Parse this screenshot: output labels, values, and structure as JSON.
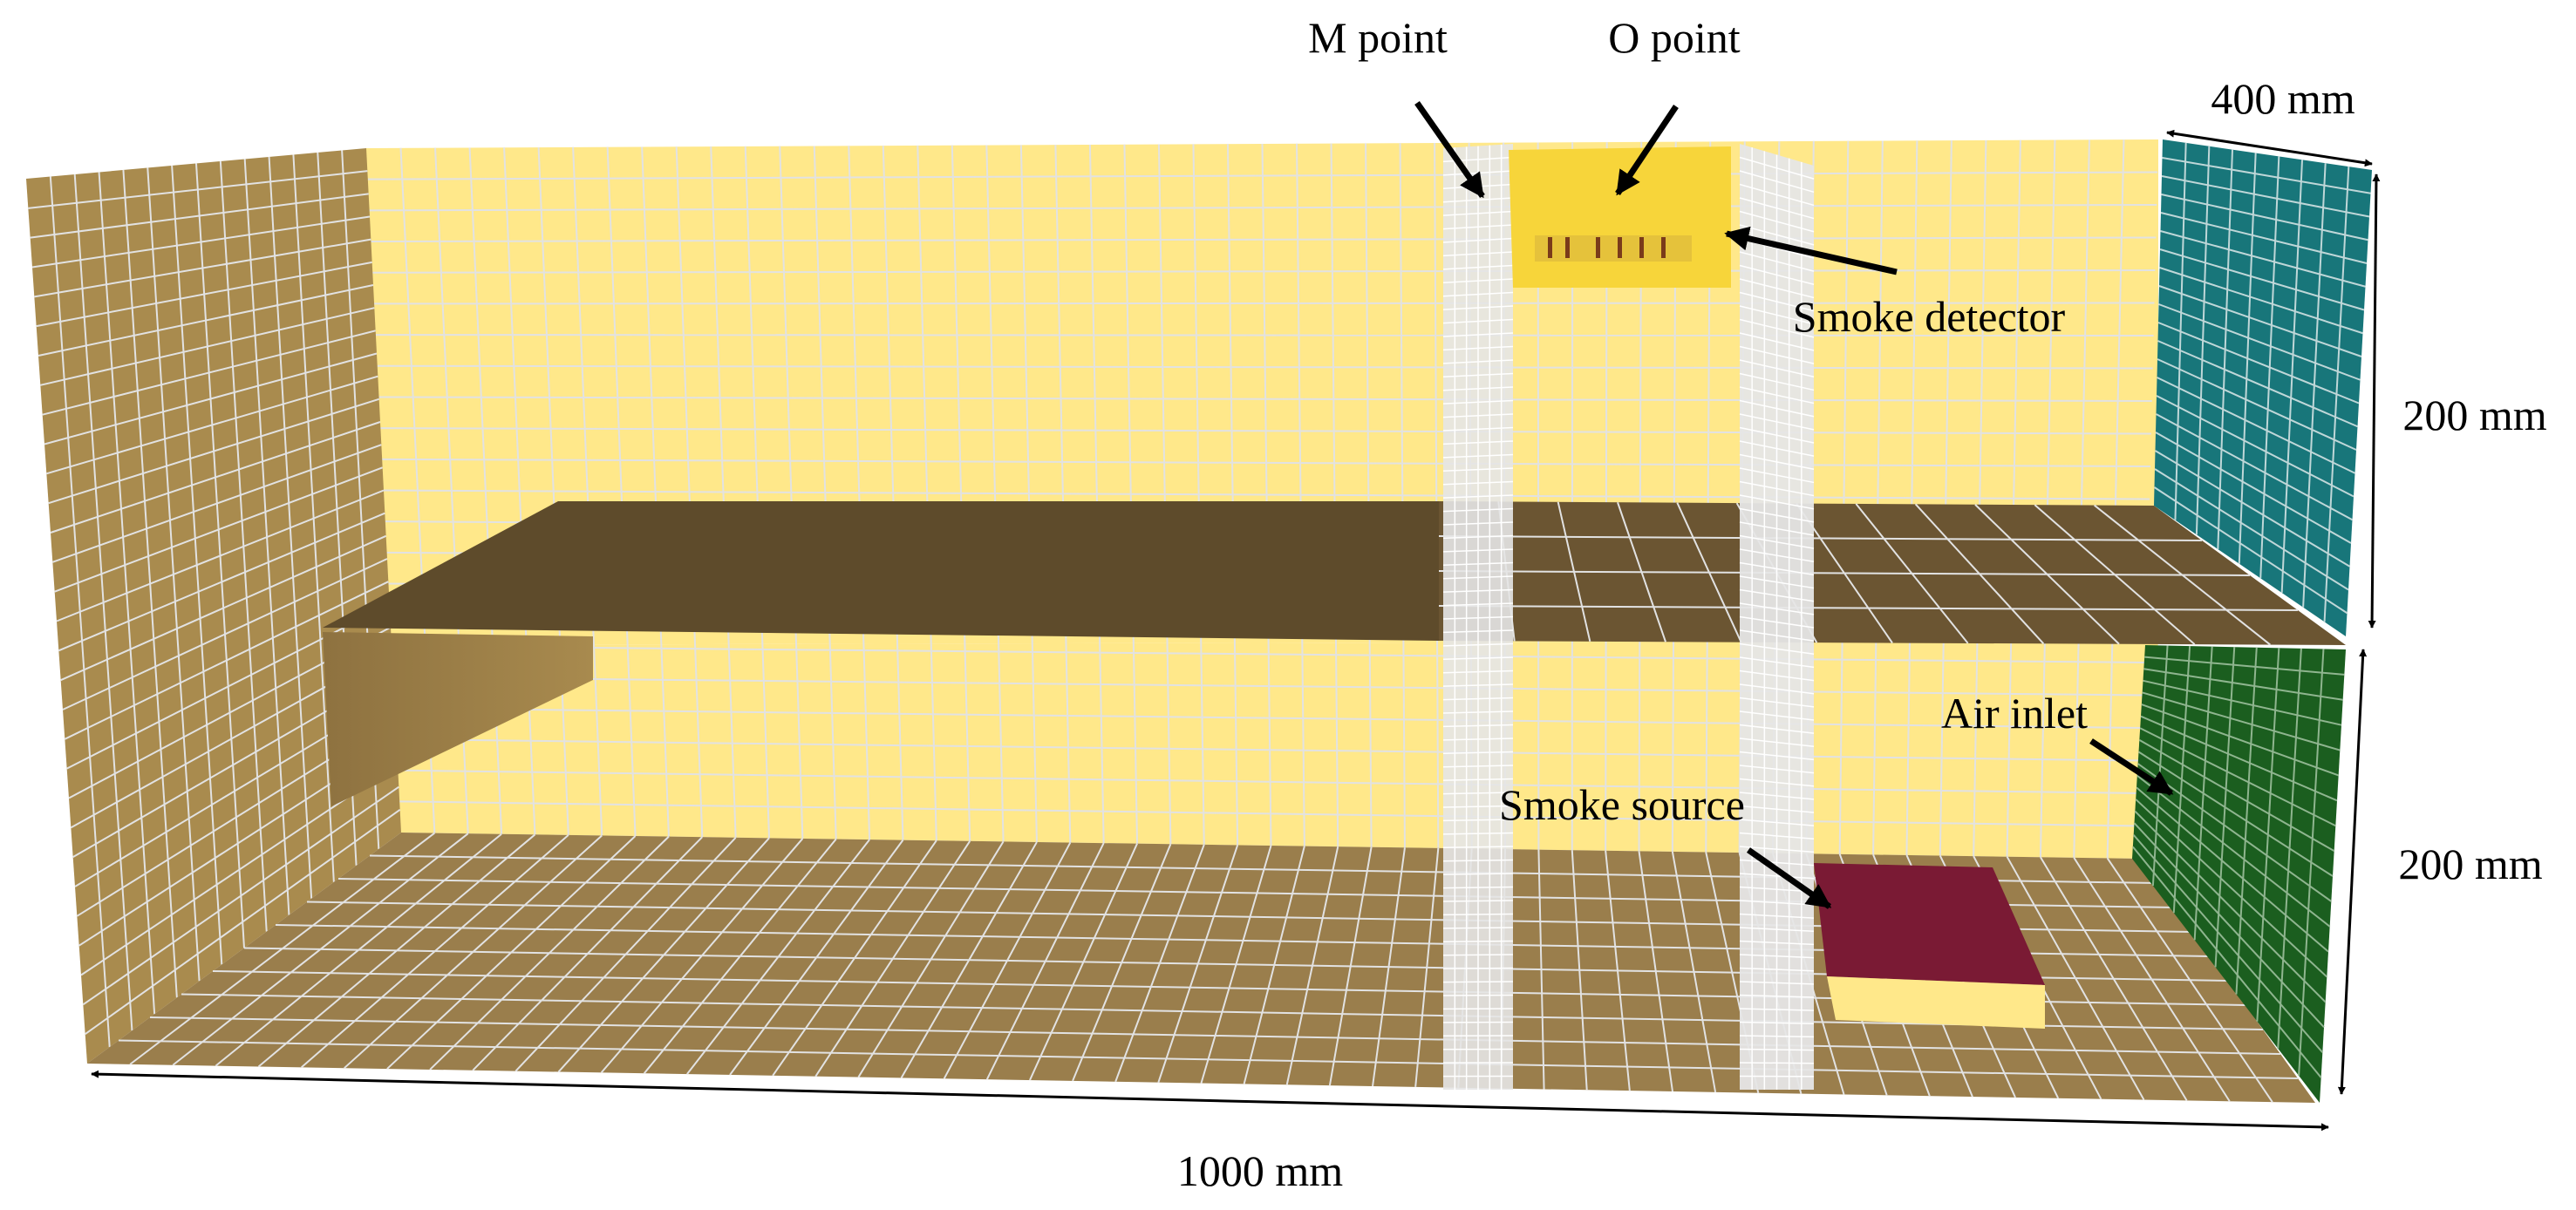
{
  "labels": {
    "m_point": "M point",
    "o_point": "O point",
    "smoke_detector": "Smoke detector",
    "air_inlet": "Air inlet",
    "smoke_source": "Smoke source"
  },
  "dimensions": {
    "depth": "400 mm",
    "upper_height": "200 mm",
    "lower_height": "200 mm",
    "length": "1000 mm"
  },
  "colors": {
    "back_wall": "#FFE88A",
    "side_wall": "#A98B4E",
    "floor": "#9A7E4C",
    "ceiling": "#5E4B2B",
    "upper_opening": "#18767A",
    "air_inlet": "#1B5E1F",
    "smoke_source_top": "#7A1A34",
    "smoke_source_side": "#FFE88A",
    "detector": "#F7D53A",
    "shaft": "#E6E6E6",
    "grid_line": "#E2E2E2"
  }
}
